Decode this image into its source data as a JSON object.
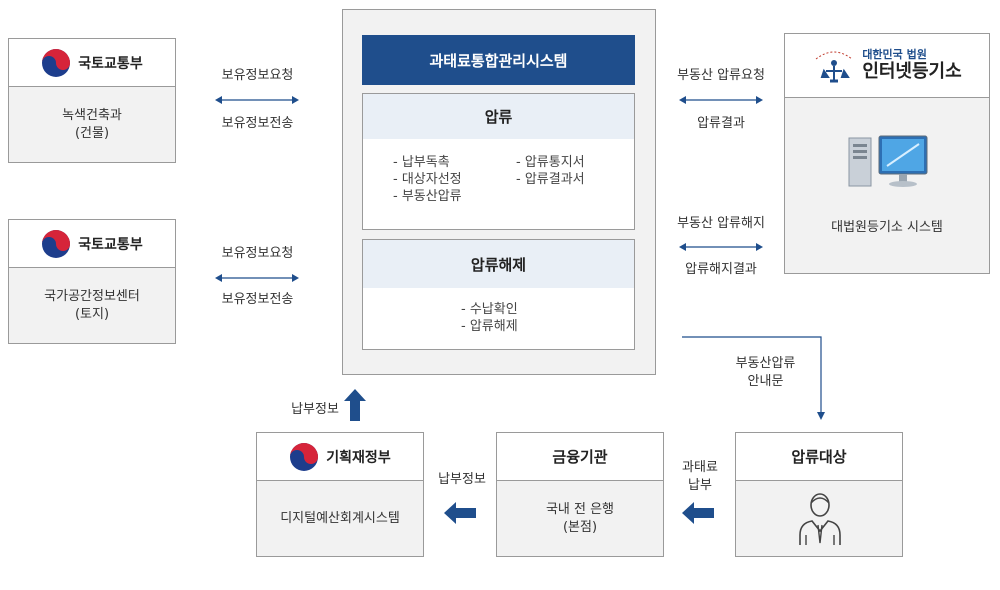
{
  "molit_top": {
    "logo": "국토교통부",
    "body": "녹색건축과\n(건물)"
  },
  "molit_bottom": {
    "logo": "국토교통부",
    "body": "국가공간정보센터\n(토지)"
  },
  "flow_top_left": {
    "request": "보유정보요청",
    "send": "보유정보전송"
  },
  "flow_bottom_left": {
    "request": "보유정보요청",
    "send": "보유정보전송"
  },
  "center": {
    "title": "과태료통합관리시스템",
    "seizure": {
      "title": "압류",
      "col1": [
        "- 납부독촉",
        "- 대상자선정",
        "- 부동산압류"
      ],
      "col2": [
        "- 압류통지서",
        "- 압류결과서"
      ]
    },
    "release": {
      "title": "압류해제",
      "items": [
        "- 수납확인",
        "- 압류해제"
      ]
    }
  },
  "flow_top_right": {
    "request": "부동산 압류요청",
    "result": "압류결과"
  },
  "flow_mid_right": {
    "request": "부동산 압류해지",
    "result": "압류해지결과"
  },
  "court": {
    "logo_small": "대한민국 법원",
    "logo_big": "인터넷등기소",
    "body": "대법원등기소 시스템"
  },
  "flow_notice": "부동산압류\n안내문",
  "seizure_target": {
    "title": "압류대상"
  },
  "flow_fine_payment": "과태료\n납부",
  "bank": {
    "title": "금융기관",
    "body": "국내 전 은행\n(본점)"
  },
  "flow_payment_info": "납부정보",
  "mof": {
    "logo": "기획재정부",
    "body": "디지털예산회계시스템"
  },
  "flow_payment_info_up": "납부정보",
  "colors": {
    "navy": "#1f4e8c",
    "panel_head": "#e9eff6",
    "box_bg": "#f2f2f2",
    "border": "#9a9a9a"
  }
}
